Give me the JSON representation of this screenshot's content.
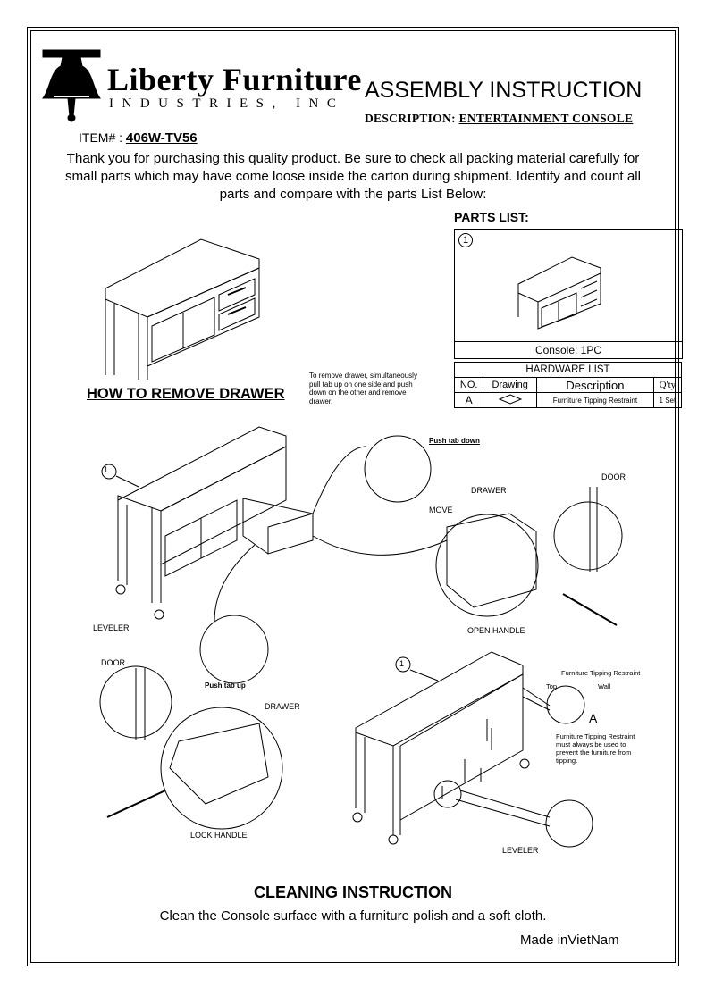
{
  "header": {
    "brand_name": "Liberty Furniture",
    "brand_sub": "INDUSTRIES, INC",
    "title": "ASSEMBLY INSTRUCTION",
    "description_label": "DESCRIPTION:",
    "description_value": "ENTERTAINMENT CONSOLE",
    "item_label": "ITEM# :",
    "item_value": "406W-TV56"
  },
  "intro": "Thank you for purchasing this quality product. Be sure to check all packing material carefully for small parts which may have come loose inside the carton during shipment. Identify and count all parts and compare with the parts List Below:",
  "parts_list": {
    "title": "PARTS LIST:",
    "part_no": "1",
    "caption": "Console: 1PC"
  },
  "hardware_list": {
    "title": "HARDWARE LIST",
    "headers": [
      "NO.",
      "Drawing",
      "Description",
      "Q'ty"
    ],
    "rows": [
      {
        "no": "A",
        "description": "Furniture Tipping Restraint",
        "qty": "1 Set"
      }
    ]
  },
  "how_to_remove": {
    "title": "HOW TO REMOVE DRAWER",
    "note": "To remove drawer, simultaneously pull tab up on one side and push down on the other and remove drawer."
  },
  "diagram_labels": {
    "part_one": "1",
    "push_tab_down": "Push tab down",
    "push_tab_up": "Push tab up",
    "drawer": "DRAWER",
    "door": "DOOR",
    "move": "MOVE",
    "leveler": "LEVELER",
    "open_handle": "OPEN HANDLE",
    "lock_handle": "LOCK HANDLE",
    "restraint": "Furniture Tipping Restraint",
    "top": "Top",
    "wall": "Wall",
    "a": "A",
    "restraint_note": "Furniture Tipping Restraint must always be used to prevent the furniture from tipping."
  },
  "cleaning": {
    "title_prefix": "CL",
    "title_rest": "EANING INSTRUCTION",
    "text": "Clean the Console surface with a furniture polish and a soft cloth."
  },
  "footer": {
    "made_in": "Made inVietNam"
  }
}
